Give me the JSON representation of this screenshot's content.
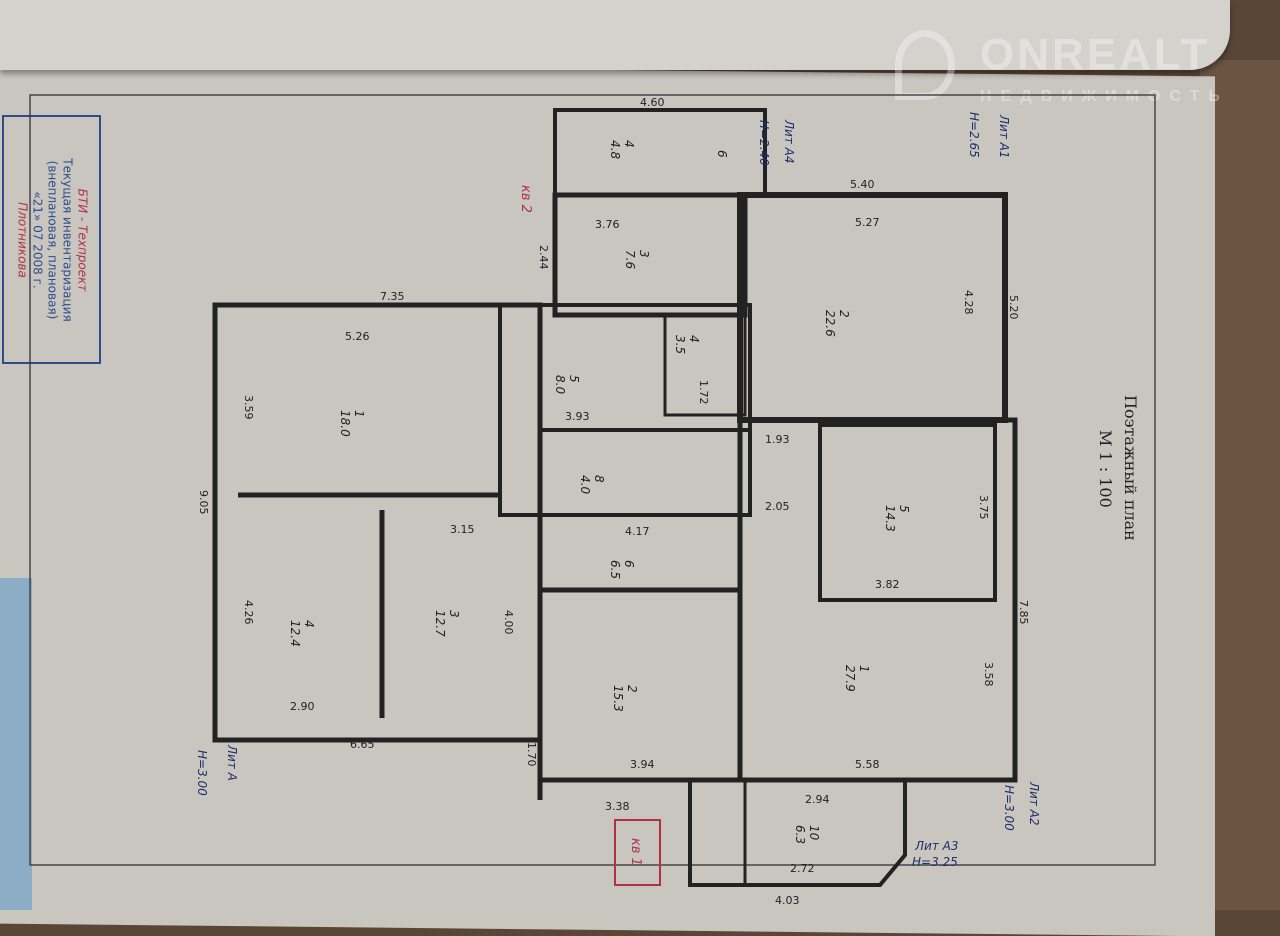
{
  "watermark": {
    "brand": "ONREALT",
    "subtitle": "НЕДВИЖИМОСТЬ"
  },
  "stamp": {
    "org": "БТИ - Техпроект",
    "line1": "Текущая инвентаризация",
    "line2": "(внеплановая, плановая)",
    "date": "«21» 07 2008 г.",
    "signature": "Плотникова"
  },
  "title": {
    "heading": "Поэтажный план",
    "scale": "М 1 : 100"
  },
  "letters": {
    "a": "Лит А",
    "a_h": "H=3.00",
    "a1": "Лит А1",
    "a1_h": "H=2.65",
    "a2": "Лит А2",
    "a2_h": "H=3.00",
    "a3": "Лит А3",
    "a3_h": "H=3.25",
    "a4": "Лит А4",
    "a4_h": "H=2.40"
  },
  "apartments": {
    "kv1": "кв 1",
    "kv2": "кв 2"
  },
  "rooms": [
    {
      "num": "1",
      "area": "18.0"
    },
    {
      "num": "4",
      "area": "12.4"
    },
    {
      "num": "3",
      "area": "12.7"
    },
    {
      "num": "5",
      "area": "8.0"
    },
    {
      "num": "8",
      "area": "4.0"
    },
    {
      "num": "6",
      "area": "6.5"
    },
    {
      "num": "2",
      "area": "15.3"
    },
    {
      "num": "2",
      "area": "22.6"
    },
    {
      "num": "3",
      "area": "7.6"
    },
    {
      "num": "4",
      "area": "3.5"
    },
    {
      "num": "5",
      "area": "14.3"
    },
    {
      "num": "1",
      "area": "27.9"
    },
    {
      "num": "10",
      "area": "6.3"
    },
    {
      "num": "4",
      "area": "4.8"
    },
    {
      "num": "6",
      "area": ""
    }
  ],
  "dimensions": [
    "7.35",
    "5.26",
    "3.59",
    "9.05",
    "4.26",
    "2.90",
    "6.65",
    "3.15",
    "4.00",
    "4.60",
    "5.40",
    "5.27",
    "4.28",
    "5.20",
    "3.76",
    "2.44",
    "3.93",
    "4.17",
    "3.94",
    "5.58",
    "3.82",
    "3.75",
    "7.85",
    "3.58",
    "2.94",
    "2.72",
    "4.03",
    "3.38",
    "1.70",
    "1.93",
    "2.05",
    "1.72"
  ]
}
